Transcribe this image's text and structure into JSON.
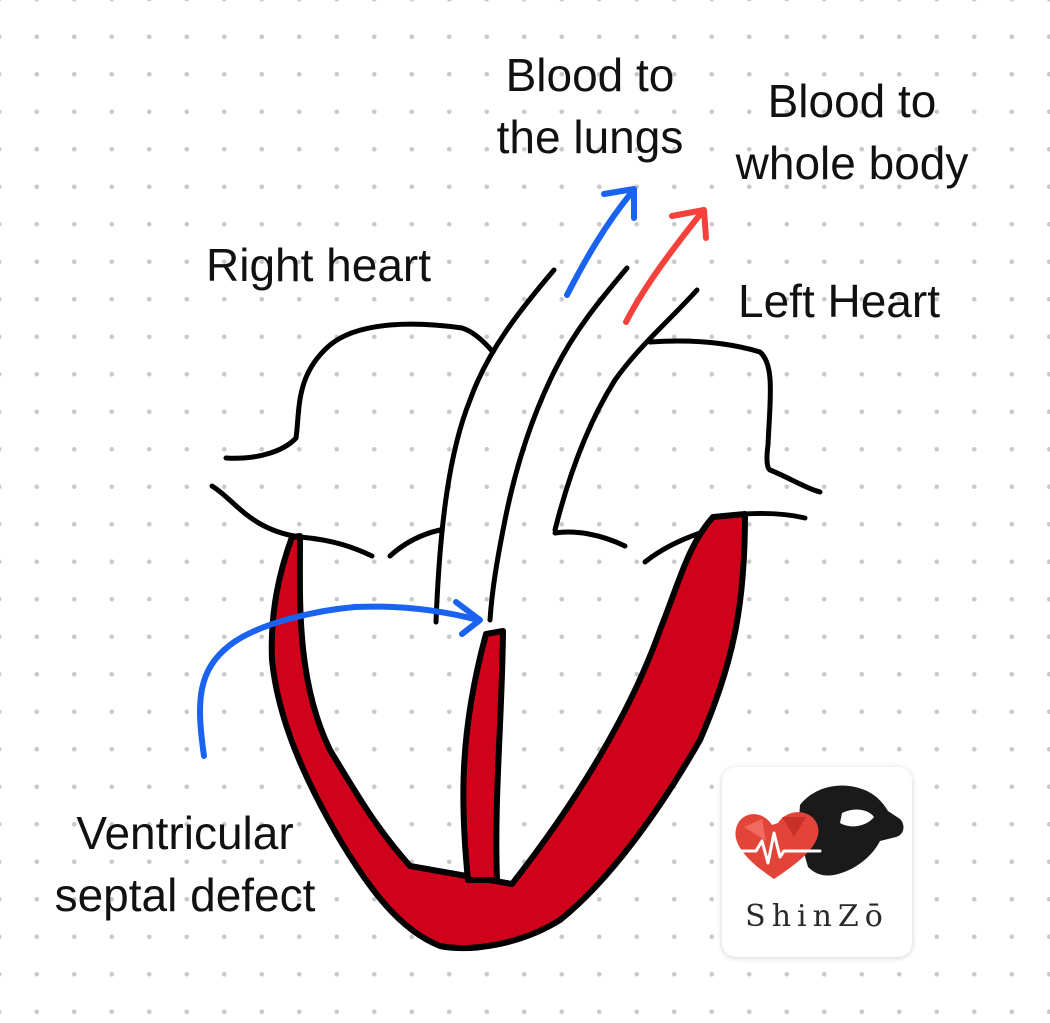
{
  "labels": {
    "blood_to_lungs": [
      "Blood to",
      "the lungs"
    ],
    "blood_to_body": [
      "Blood to",
      "whole body"
    ],
    "right_heart": "Right heart",
    "left_heart": "Left Heart",
    "vsd": [
      "Ventricular",
      "septal defect"
    ]
  },
  "logo": {
    "text": "ShinZō",
    "icons": [
      "heart-icon",
      "heartbeat-pulse-icon",
      "dog-head-icon"
    ]
  },
  "colors": {
    "myocardium": "#d0021b",
    "outline": "#000000",
    "deoxygenated_arrow": "#1a63f0",
    "oxygenated_arrow": "#f5413b",
    "logo_heart": "#e2443a",
    "logo_dog": "#1a1a1a"
  }
}
